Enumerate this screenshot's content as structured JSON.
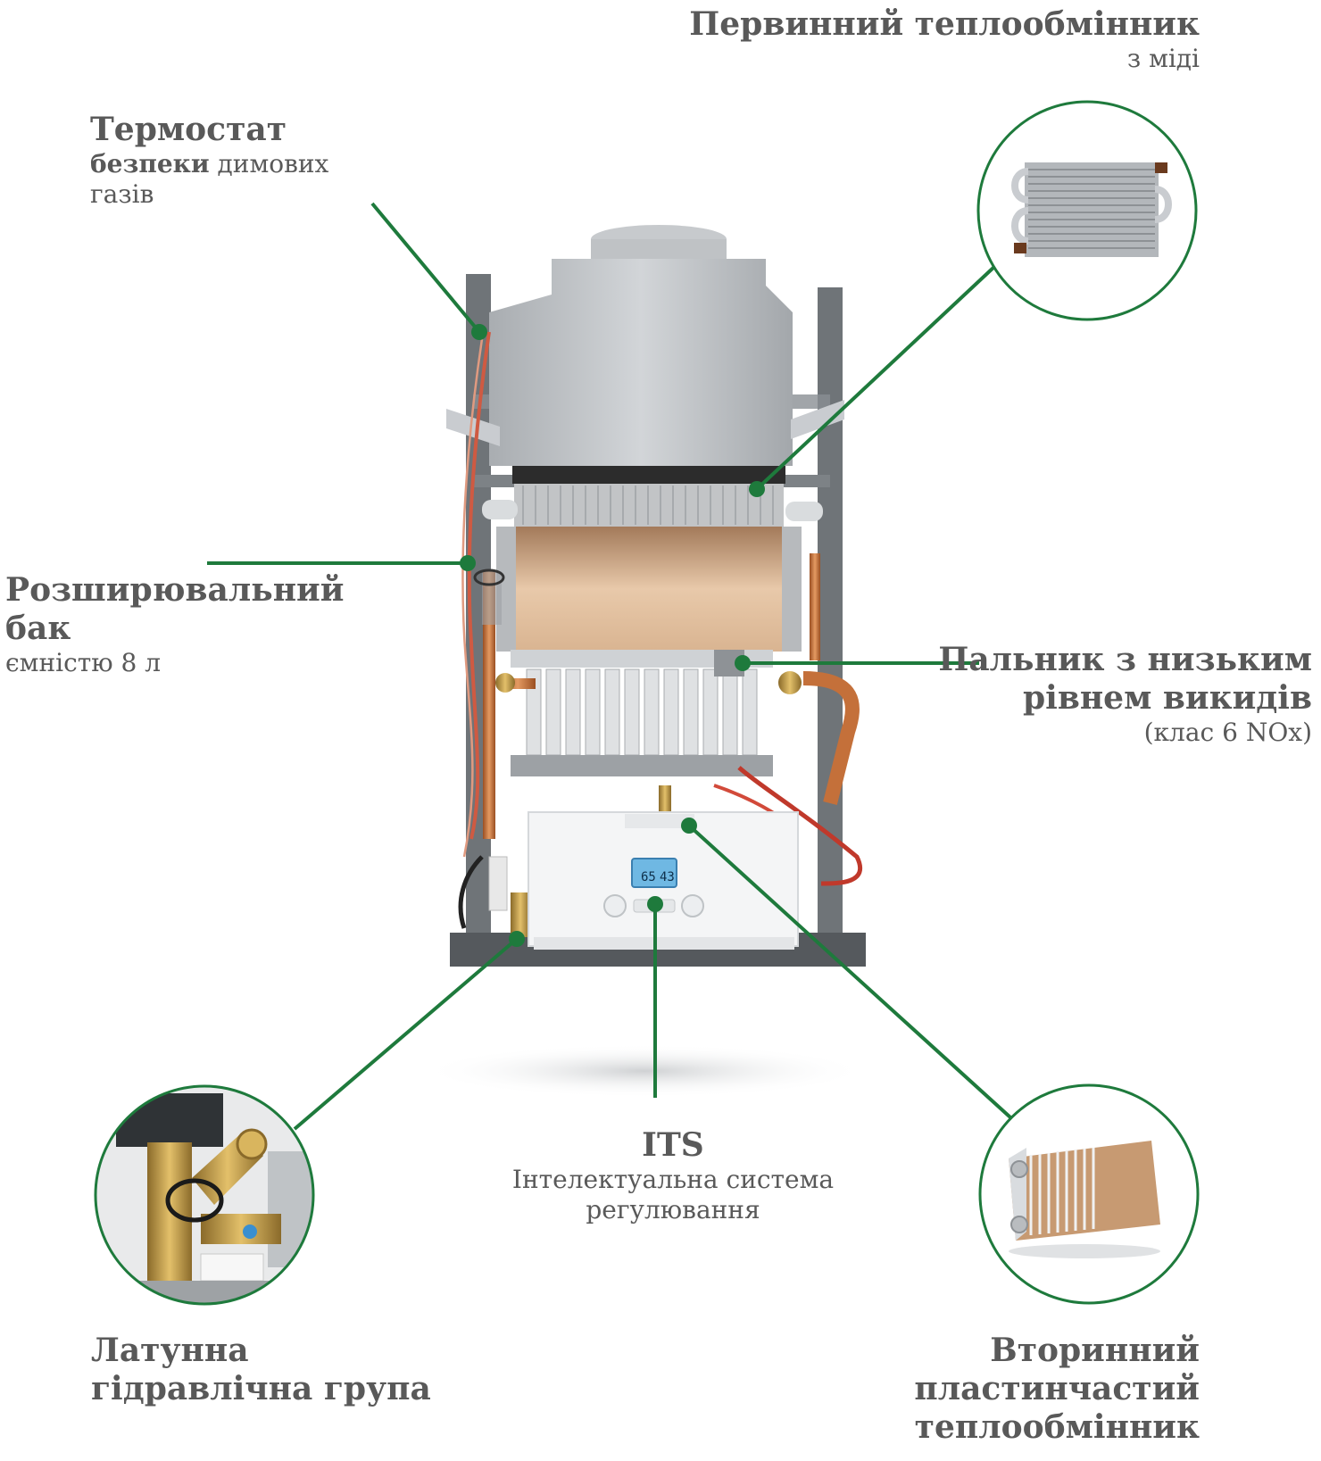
{
  "colors": {
    "accent": "#1e7a3c",
    "text": "#595959",
    "copper": "#c4703a",
    "metal": "#b9bcbf",
    "frame": "#6f7478"
  },
  "labels": {
    "primary_hx": {
      "title": "Первинний теплообмінник",
      "subtitle": "з міді"
    },
    "thermostat": {
      "title": "Термостат",
      "line2_bold": "безпеки",
      "line2_rest": " димових",
      "line3": "газів"
    },
    "expansion": {
      "title_1": "Розширювальний",
      "title_2": "бак",
      "subtitle": "ємністю 8 л"
    },
    "burner": {
      "title_1": "Пальник з низьким",
      "title_2": "рівнем викидів",
      "subtitle": "(клас 6 NOx)"
    },
    "its": {
      "title": "ITS",
      "sub_1": "Інтелектуальна система",
      "sub_2": "регулювання"
    },
    "brass": {
      "title_1": "Латунна",
      "title_2": "гідравлічна група"
    },
    "secondary_hx": {
      "title_1": "Вторинний",
      "title_2": "пластинчастий",
      "title_3": "теплообмінник"
    }
  },
  "display": {
    "left": "65",
    "right": "43"
  }
}
